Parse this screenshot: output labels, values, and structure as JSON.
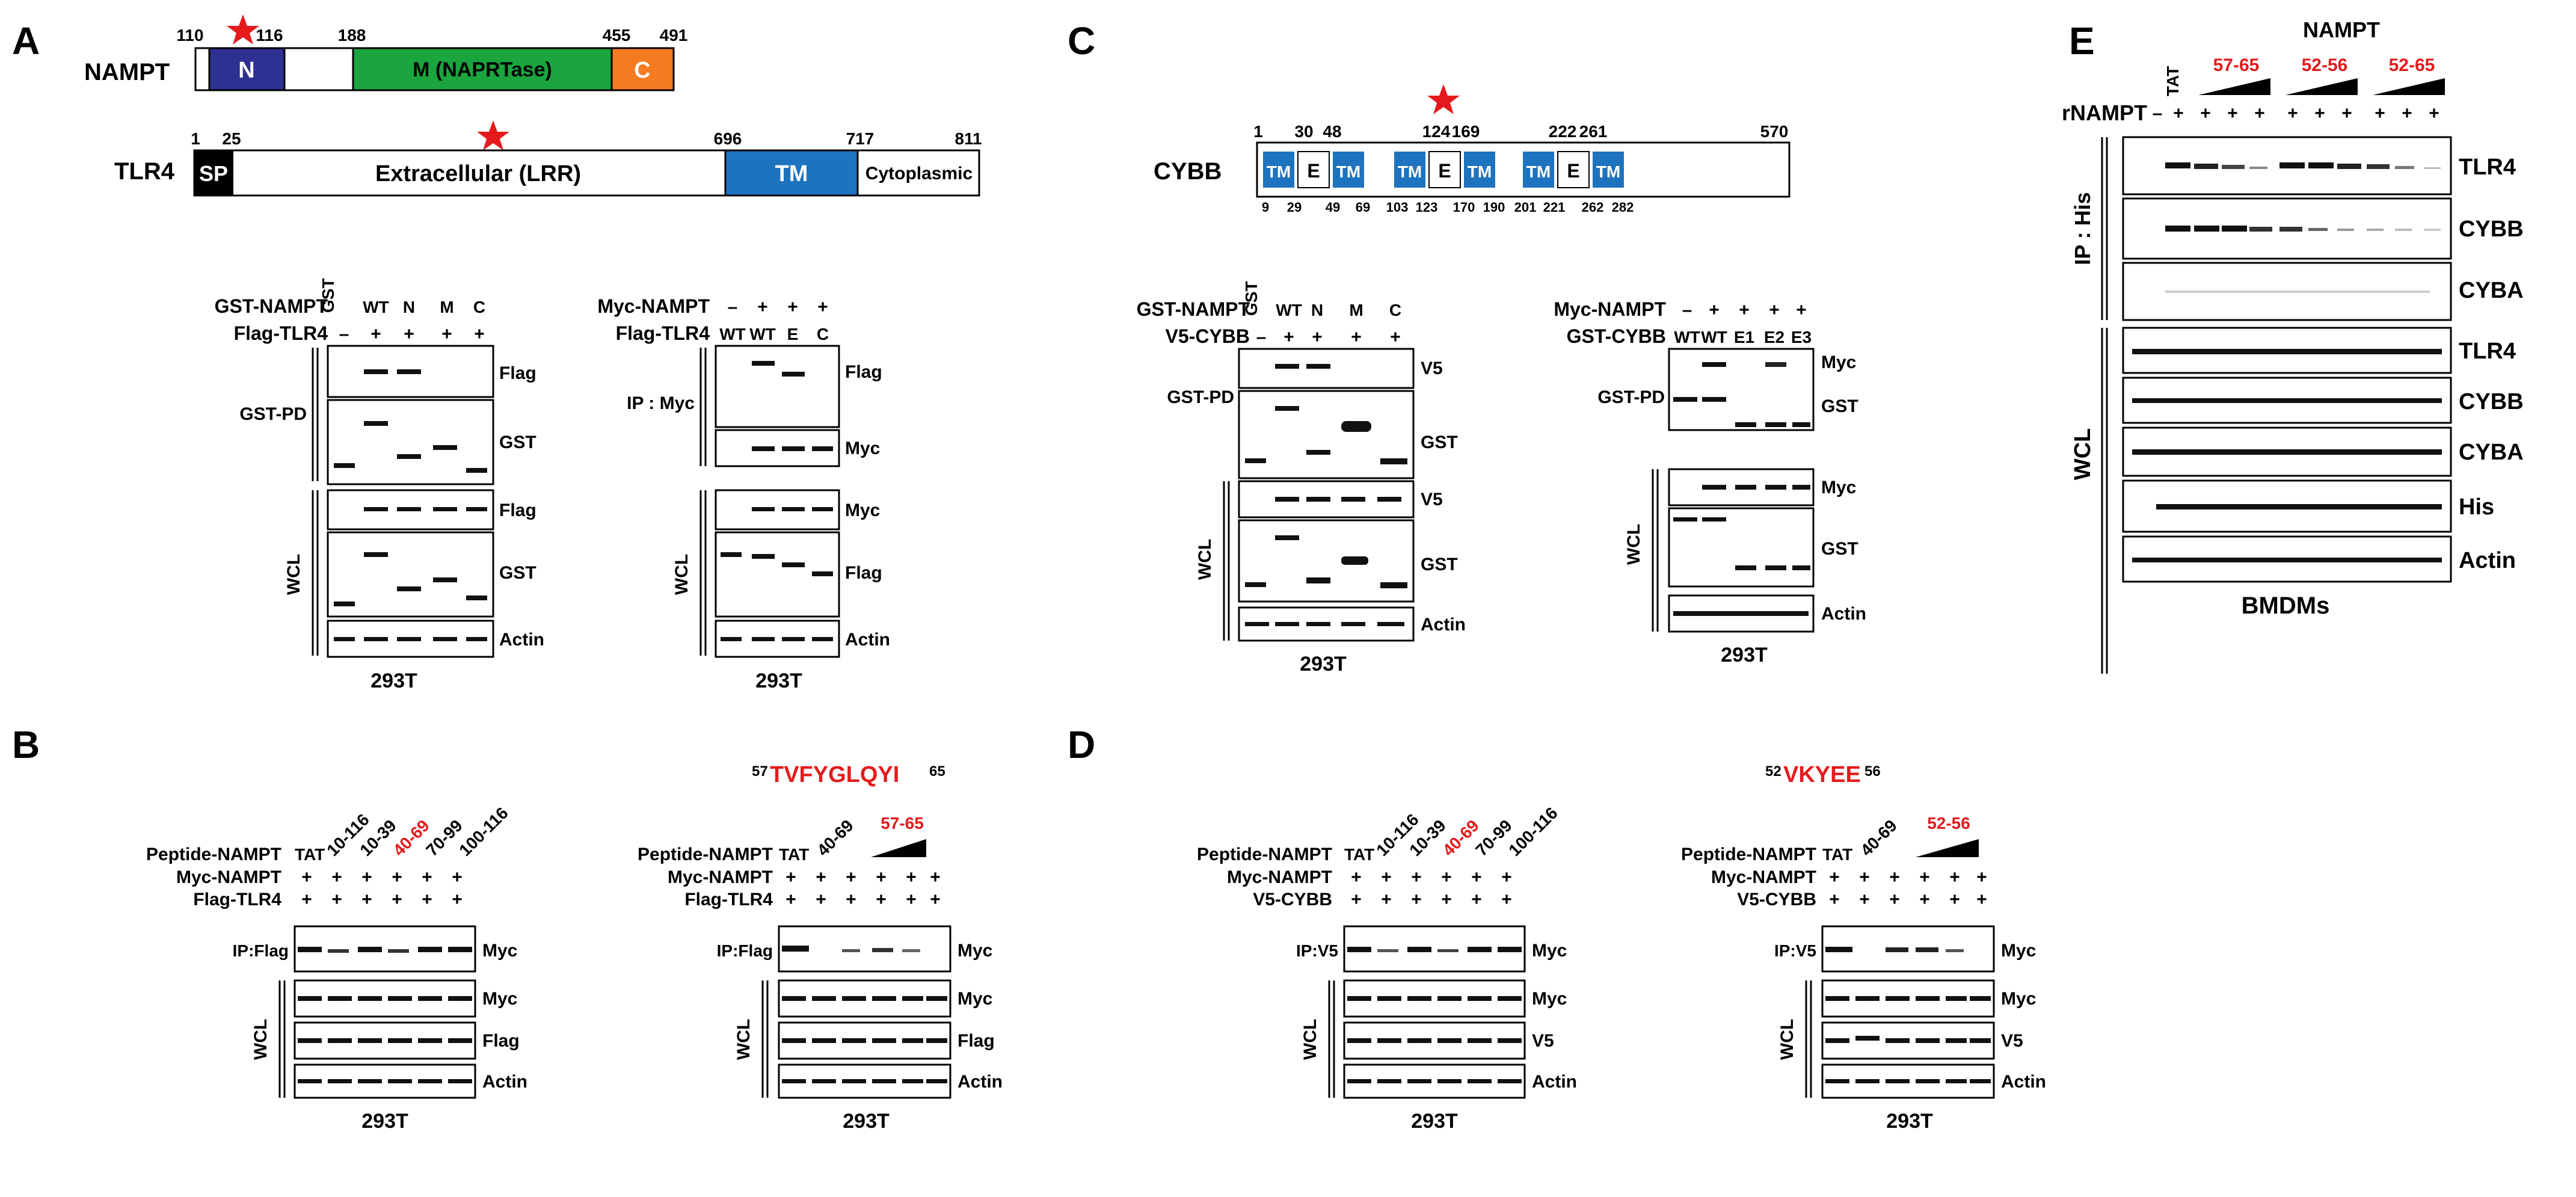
{
  "colors": {
    "red": "#e41a1c",
    "navy": "#2e3192",
    "green": "#1aa53f",
    "orange": "#f47b20",
    "tm_blue": "#1e73be",
    "black": "#000000"
  },
  "A": {
    "letter": "A",
    "nampt": {
      "name": "NAMPT",
      "n": "N",
      "m": "M (NAPRTase)",
      "c": "C",
      "nums": [
        "110",
        "116",
        "188",
        "455",
        "491"
      ]
    },
    "tlr4": {
      "name": "TLR4",
      "sp": "SP",
      "extra": "Extracellular (LRR)",
      "tm": "TM",
      "cyto": "Cytoplasmic",
      "nums": [
        "1",
        "25",
        "696",
        "717",
        "811"
      ]
    },
    "left": {
      "row1_label": "GST-NAMPT",
      "row1_vals": [
        "GST",
        "WT",
        "N",
        "M",
        "C"
      ],
      "row2_label": "Flag-TLR4",
      "row2_vals": [
        "–",
        "+",
        "+",
        "+",
        "+"
      ],
      "group1": "GST-PD",
      "group2": "WCL",
      "blots": [
        "Flag",
        "GST",
        "Flag",
        "GST",
        "Actin"
      ],
      "cell": "293T"
    },
    "right": {
      "row1_label": "Myc-NAMPT",
      "row1_vals": [
        "–",
        "+",
        "+",
        "+"
      ],
      "row2_label": "Flag-TLR4",
      "row2_vals": [
        "WT",
        "WT",
        "E",
        "C"
      ],
      "group1": "IP : Myc",
      "group2": "WCL",
      "blots": [
        "Flag",
        "Myc",
        "Myc",
        "Flag",
        "Actin"
      ],
      "cell": "293T"
    }
  },
  "B": {
    "letter": "B",
    "left": {
      "row1_label": "Peptide-NAMPT",
      "row1_vals": [
        "TAT",
        "10-116",
        "10-39",
        "40-69",
        "70-99",
        "100-116"
      ],
      "row2_label": "Myc-NAMPT",
      "row3_label": "Flag-TLR4",
      "plus": "+",
      "group1": "IP:Flag",
      "group2": "WCL",
      "blots": [
        "Myc",
        "Myc",
        "Flag",
        "Actin"
      ],
      "cell": "293T"
    },
    "right": {
      "seq_start": "57",
      "seq": "TVFYGLQYI",
      "seq_end": "65",
      "row1_label": "Peptide-NAMPT",
      "row1_vals": [
        "TAT",
        "40-69"
      ],
      "ramp_label": "57-65",
      "row2_label": "Myc-NAMPT",
      "row3_label": "Flag-TLR4",
      "plus": "+",
      "group1": "IP:Flag",
      "group2": "WCL",
      "blots": [
        "Myc",
        "Myc",
        "Flag",
        "Actin"
      ],
      "cell": "293T"
    }
  },
  "C": {
    "letter": "C",
    "cybb": {
      "name": "CYBB",
      "tm": "TM",
      "e": "E",
      "top_nums": [
        "1",
        "30",
        "48",
        "124",
        "169",
        "222",
        "261",
        "570"
      ],
      "bottom_nums": [
        "9",
        "29",
        "49",
        "69",
        "103",
        "123",
        "170",
        "190",
        "201",
        "221",
        "262",
        "282"
      ]
    },
    "left": {
      "row1_label": "GST-NAMPT",
      "row1_vals": [
        "GST",
        "WT",
        "N",
        "M",
        "C"
      ],
      "row2_label": "V5-CYBB",
      "row2_vals": [
        "–",
        "+",
        "+",
        "+",
        "+"
      ],
      "group1": "GST-PD",
      "group2": "WCL",
      "blots": [
        "V5",
        "GST",
        "V5",
        "GST",
        "Actin"
      ],
      "cell": "293T"
    },
    "right": {
      "row1_label": "Myc-NAMPT",
      "row1_vals": [
        "–",
        "+",
        "+",
        "+",
        "+"
      ],
      "row2_label": "GST-CYBB",
      "row2_vals": [
        "WT",
        "WT",
        "E1",
        "E2",
        "E3"
      ],
      "group1": "GST-PD",
      "group2": "WCL",
      "blots": [
        "Myc",
        "GST",
        "Myc",
        "GST",
        "Actin"
      ],
      "cell": "293T"
    }
  },
  "D": {
    "letter": "D",
    "left": {
      "row1_label": "Peptide-NAMPT",
      "row1_vals": [
        "TAT",
        "10-116",
        "10-39",
        "40-69",
        "70-99",
        "100-116"
      ],
      "row2_label": "Myc-NAMPT",
      "row3_label": "V5-CYBB",
      "plus": "+",
      "group1": "IP:V5",
      "group2": "WCL",
      "blots": [
        "Myc",
        "Myc",
        "V5",
        "Actin"
      ],
      "cell": "293T"
    },
    "right": {
      "seq_start": "52",
      "seq": "VKYEE",
      "seq_end": "56",
      "row1_label": "Peptide-NAMPT",
      "row1_vals": [
        "TAT",
        "40-69"
      ],
      "ramp_label": "52-56",
      "row2_label": "Myc-NAMPT",
      "row3_label": "V5-CYBB",
      "plus": "+",
      "group1": "IP:V5",
      "group2": "WCL",
      "blots": [
        "Myc",
        "Myc",
        "V5",
        "Actin"
      ],
      "cell": "293T"
    }
  },
  "E": {
    "letter": "E",
    "header": "NAMPT",
    "tat": "TAT",
    "ramps": [
      "57-65",
      "52-56",
      "52-65"
    ],
    "row_label": "rNAMPT",
    "row_vals": [
      "–",
      "+",
      "+",
      "+",
      "+",
      "+",
      "+",
      "+",
      "+",
      "+",
      "+"
    ],
    "group1": "IP : His",
    "group2": "WCL",
    "blots": [
      "TLR4",
      "CYBB",
      "CYBA",
      "TLR4",
      "CYBB",
      "CYBA",
      "His",
      "Actin"
    ],
    "cell": "BMDMs"
  }
}
